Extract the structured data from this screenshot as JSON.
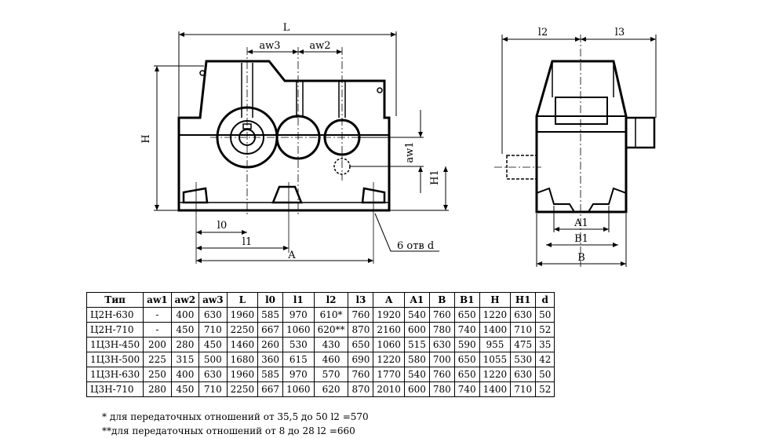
{
  "drawing": {
    "front_view_labels": {
      "L": "L",
      "aw3": "aw3",
      "aw2": "aw2",
      "H": "H",
      "aw1": "aw1",
      "H1": "H1",
      "l0": "l0",
      "l1": "l1",
      "A": "A",
      "holes": "6 отв d"
    },
    "side_view_labels": {
      "l2": "l2",
      "l3": "l3",
      "A1": "A1",
      "B1": "B1",
      "B": "B"
    }
  },
  "table": {
    "headers": [
      "Тип",
      "aw1",
      "aw2",
      "aw3",
      "L",
      "l0",
      "l1",
      "l2",
      "l3",
      "A",
      "A1",
      "B",
      "B1",
      "H",
      "H1",
      "d"
    ],
    "rows": [
      [
        "Ц2Н-630",
        "-",
        "400",
        "630",
        "1960",
        "585",
        "970",
        "610*",
        "760",
        "1920",
        "540",
        "760",
        "650",
        "1220",
        "630",
        "50"
      ],
      [
        "Ц2Н-710",
        "-",
        "450",
        "710",
        "2250",
        "667",
        "1060",
        "620**",
        "870",
        "2160",
        "600",
        "780",
        "740",
        "1400",
        "710",
        "52"
      ],
      [
        "1Ц3Н-450",
        "200",
        "280",
        "450",
        "1460",
        "260",
        "530",
        "430",
        "650",
        "1060",
        "515",
        "630",
        "590",
        "955",
        "475",
        "35"
      ],
      [
        "1Ц3Н-500",
        "225",
        "315",
        "500",
        "1680",
        "360",
        "615",
        "460",
        "690",
        "1220",
        "580",
        "700",
        "650",
        "1055",
        "530",
        "42"
      ],
      [
        "1Ц3Н-630",
        "250",
        "400",
        "630",
        "1960",
        "585",
        "970",
        "570",
        "760",
        "1770",
        "540",
        "760",
        "650",
        "1220",
        "630",
        "50"
      ],
      [
        "Ц3Н-710",
        "280",
        "450",
        "710",
        "2250",
        "667",
        "1060",
        "620",
        "870",
        "2010",
        "600",
        "780",
        "740",
        "1400",
        "710",
        "52"
      ]
    ]
  },
  "footnotes": {
    "note1": "* для передаточных отношений от 35,5 до 50 l2 =570",
    "note2": "**для передаточных отношений от 8 до 28 l2 =660"
  }
}
